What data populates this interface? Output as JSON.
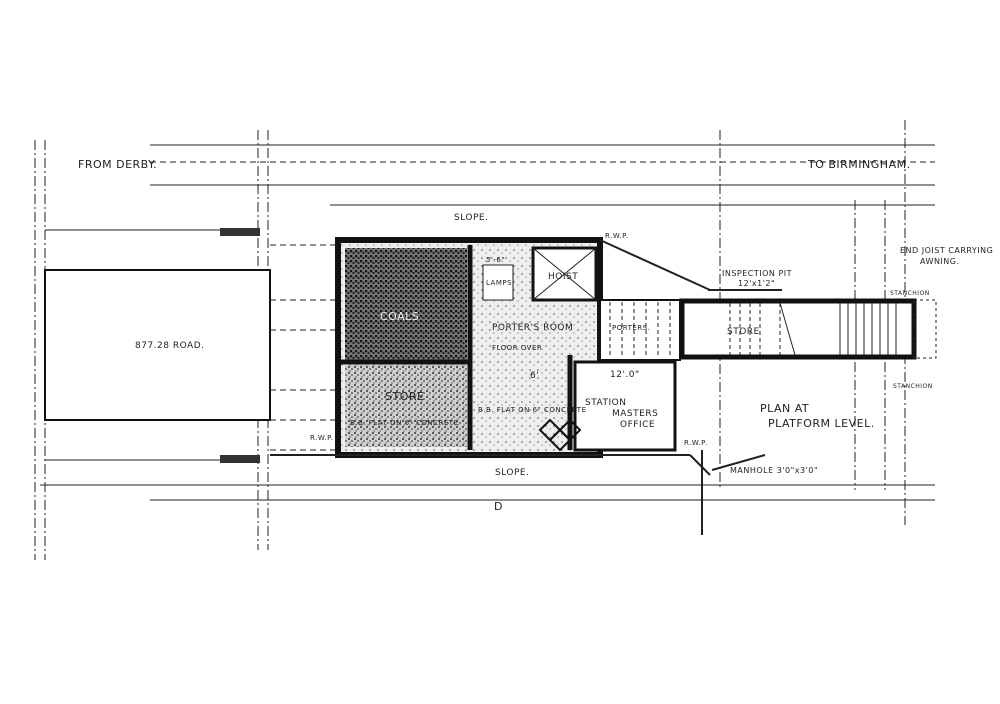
{
  "drawing": {
    "from_label": "FROM DERBY.",
    "to_label": "TO BIRMINGHAM.",
    "slope_top": "SLOPE.",
    "slope_bottom": "SLOPE.",
    "road_label": "877.28 ROAD.",
    "rooms": {
      "coals": "COALS",
      "store_left": "STORE",
      "store_left_floor": "B.B. FLAT ON 6\" CONCRETE",
      "lamps": "LAMPS",
      "lamps_dim": "5'-6\"",
      "hoist": "HOIST",
      "porters_room": "PORTER'S ROOM",
      "porters_note": "FLOOR OVER",
      "center_dim": "6'",
      "center_floor": "B.B. FLAT ON 6\" CONCRETE",
      "station_masters_office": [
        "STATION",
        "MASTERS",
        "OFFICE"
      ],
      "office_dim": "12'.0\"",
      "porters": "PORTERS.",
      "store_right": "STORE"
    },
    "notes": {
      "rwp_top": "R.W.P.",
      "rwp_left": "R.W.P.",
      "rwp_bottom": "R.W.P.",
      "inspection_pit": [
        "INSPECTION PIT",
        "12'x1'2\""
      ],
      "end_joist": [
        "END JOIST CARRYING",
        "AWNING."
      ],
      "stanchion_top": "STANCHION",
      "stanchion_bottom": "STANCHION",
      "plan_title": [
        "PLAN AT",
        "PLATFORM LEVEL."
      ],
      "manhole": "MANHOLE 3'0\"x3'0\"",
      "mark": "D"
    }
  }
}
